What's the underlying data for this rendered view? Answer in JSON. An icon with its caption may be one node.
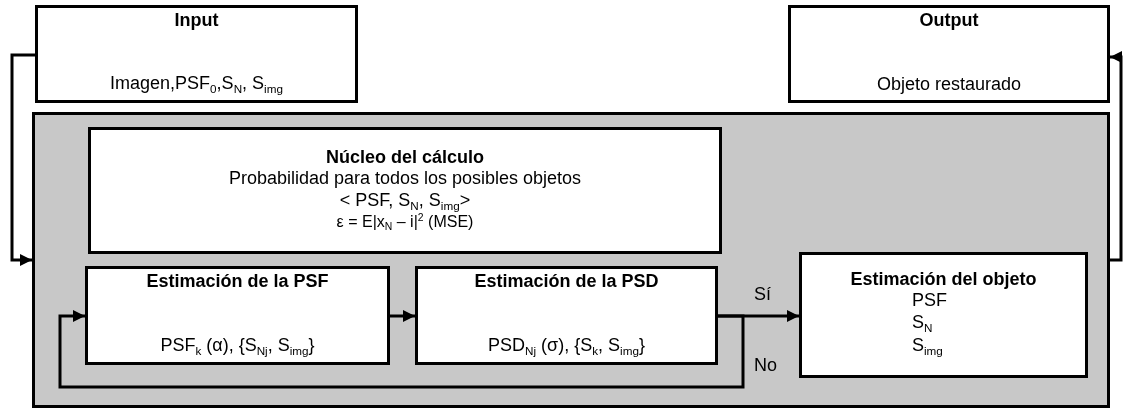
{
  "diagram": {
    "nodes": [
      {
        "text": [
          "Input",
          "Imagen,PSF$_{0}$,S$_{N}$, S$_{img}$"
        ]
      },
      {
        "text": [
          "Output",
          "Objeto restaurado"
        ]
      },
      {
        "text": [],
        "shape": "box"
      },
      {
        "text": [
          "Núcleo del cálculo",
          "Probabilidad para todos los posibles objetos",
          "< PSF, S$_{N}$, S$_{img}$>",
          "ε = E|x$_{N}$ – i|$^{2}$ (MSE)"
        ],
        "in": 2
      },
      {
        "text": [
          "Estimación de la PSF",
          "PSF$_{k}$ (α), {S$_{Nj}$, S$_{img}$}"
        ],
        "in": 2
      },
      {
        "text": [
          "Estimación de la PSD",
          "PSD$_{Nj}$ (σ), {S$_{k}$, S$_{img}$}"
        ],
        "in": 2
      },
      {
        "text": [
          "Estimación del objeto",
          "PSF",
          "S$_{N}$",
          "S$_{img}$"
        ],
        "in": 2
      }
    ],
    "edges": [
      {
        "from": 0,
        "to": 2,
        "arrow": "to"
      },
      {
        "from": 2,
        "to": 1,
        "arrow": "to"
      },
      {
        "from": 4,
        "to": 5,
        "arrow": "to"
      },
      {
        "from": 5,
        "to": 6,
        "label": "Sí",
        "arrow": "to"
      },
      {
        "from": 5,
        "to": 4,
        "label": "No",
        "arrow": "to"
      }
    ]
  }
}
